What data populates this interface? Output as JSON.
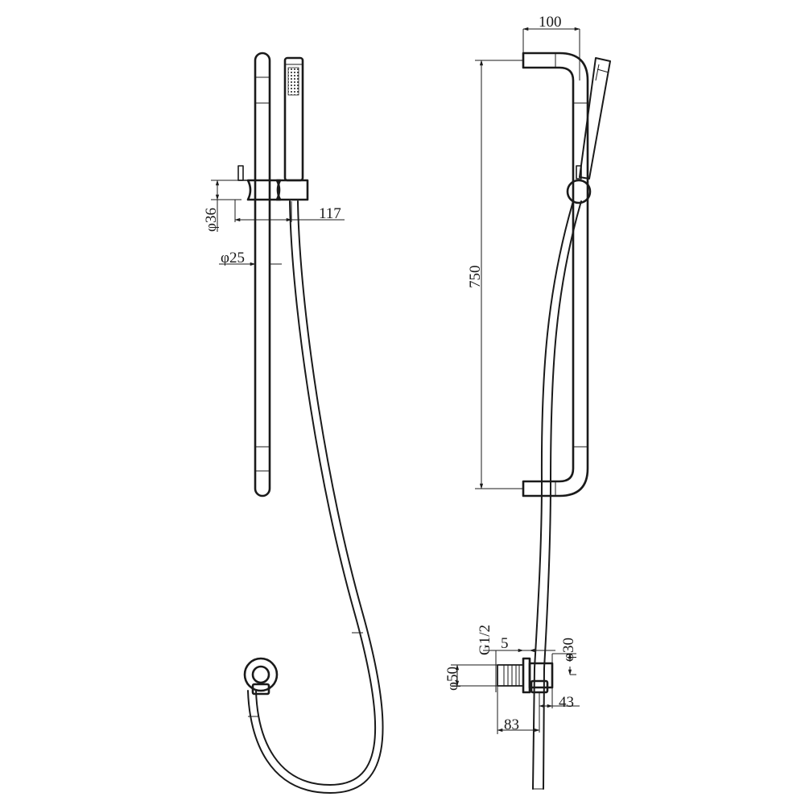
{
  "dimensions": {
    "d36": "φ36",
    "d25": "φ25",
    "d117": "117",
    "d100": "100",
    "d750": "750",
    "g12": "G1/2",
    "d5": "5",
    "d30": "φ30",
    "d50": "φ50",
    "d43": "43",
    "d83": "83"
  },
  "colors": {
    "line": "#1a1a1a",
    "background": "#ffffff"
  }
}
